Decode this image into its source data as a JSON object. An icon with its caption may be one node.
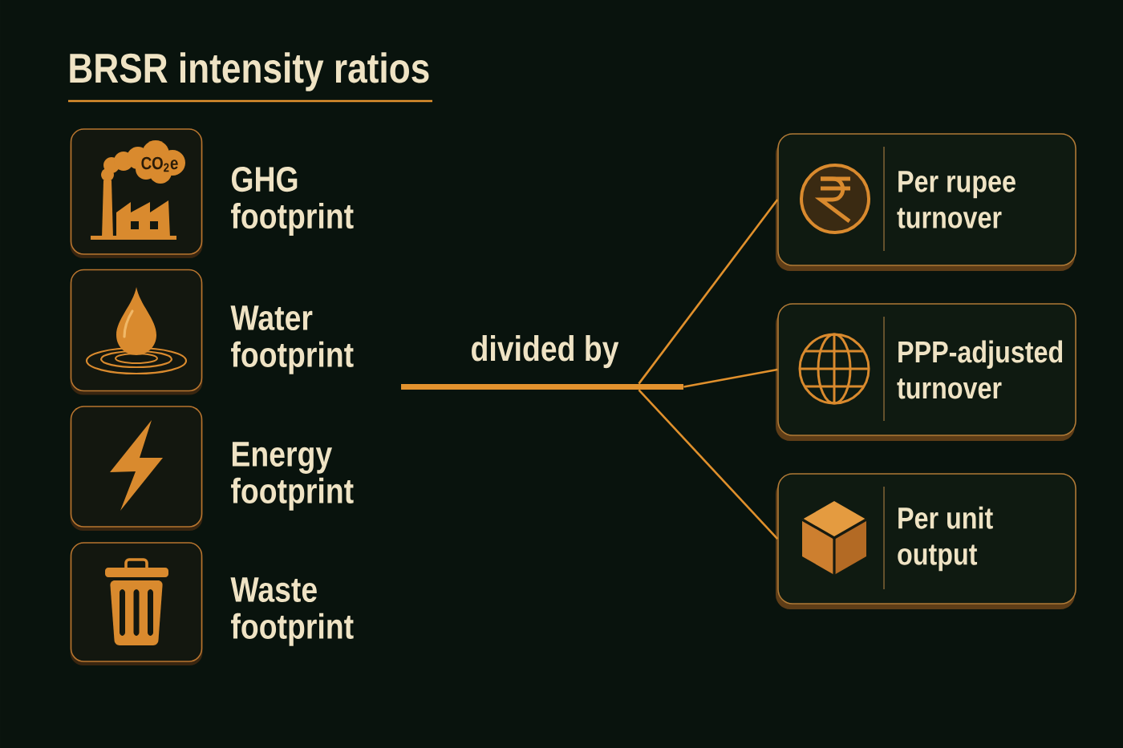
{
  "diagram": {
    "title": "BRSR intensity ratios",
    "nodes": [
      {
        "text": [
          "CO$_{2}$e"
        ],
        "beside": [
          "GHG footprint"
        ]
      },
      {
        "text": [],
        "shape": "box",
        "beside": [
          "Water footprint"
        ]
      },
      {
        "text": [],
        "shape": "box",
        "beside": [
          "Energy footprint"
        ]
      },
      {
        "text": [],
        "shape": "box",
        "beside": [
          "Waste footprint"
        ]
      },
      {
        "text": [],
        "shape": "bar",
        "beside": [
          "divided by"
        ]
      },
      {
        "text": [
          "Per rupee turnover"
        ]
      },
      {
        "text": [
          "PPP-adjusted turnover"
        ]
      },
      {
        "text": [
          "Per unit output"
        ]
      }
    ],
    "edges": [
      {
        "from": 4,
        "to": 5,
        "arrow": "none"
      },
      {
        "from": 4,
        "to": 6,
        "arrow": "none"
      },
      {
        "from": 4,
        "to": 7,
        "arrow": "none"
      }
    ]
  }
}
